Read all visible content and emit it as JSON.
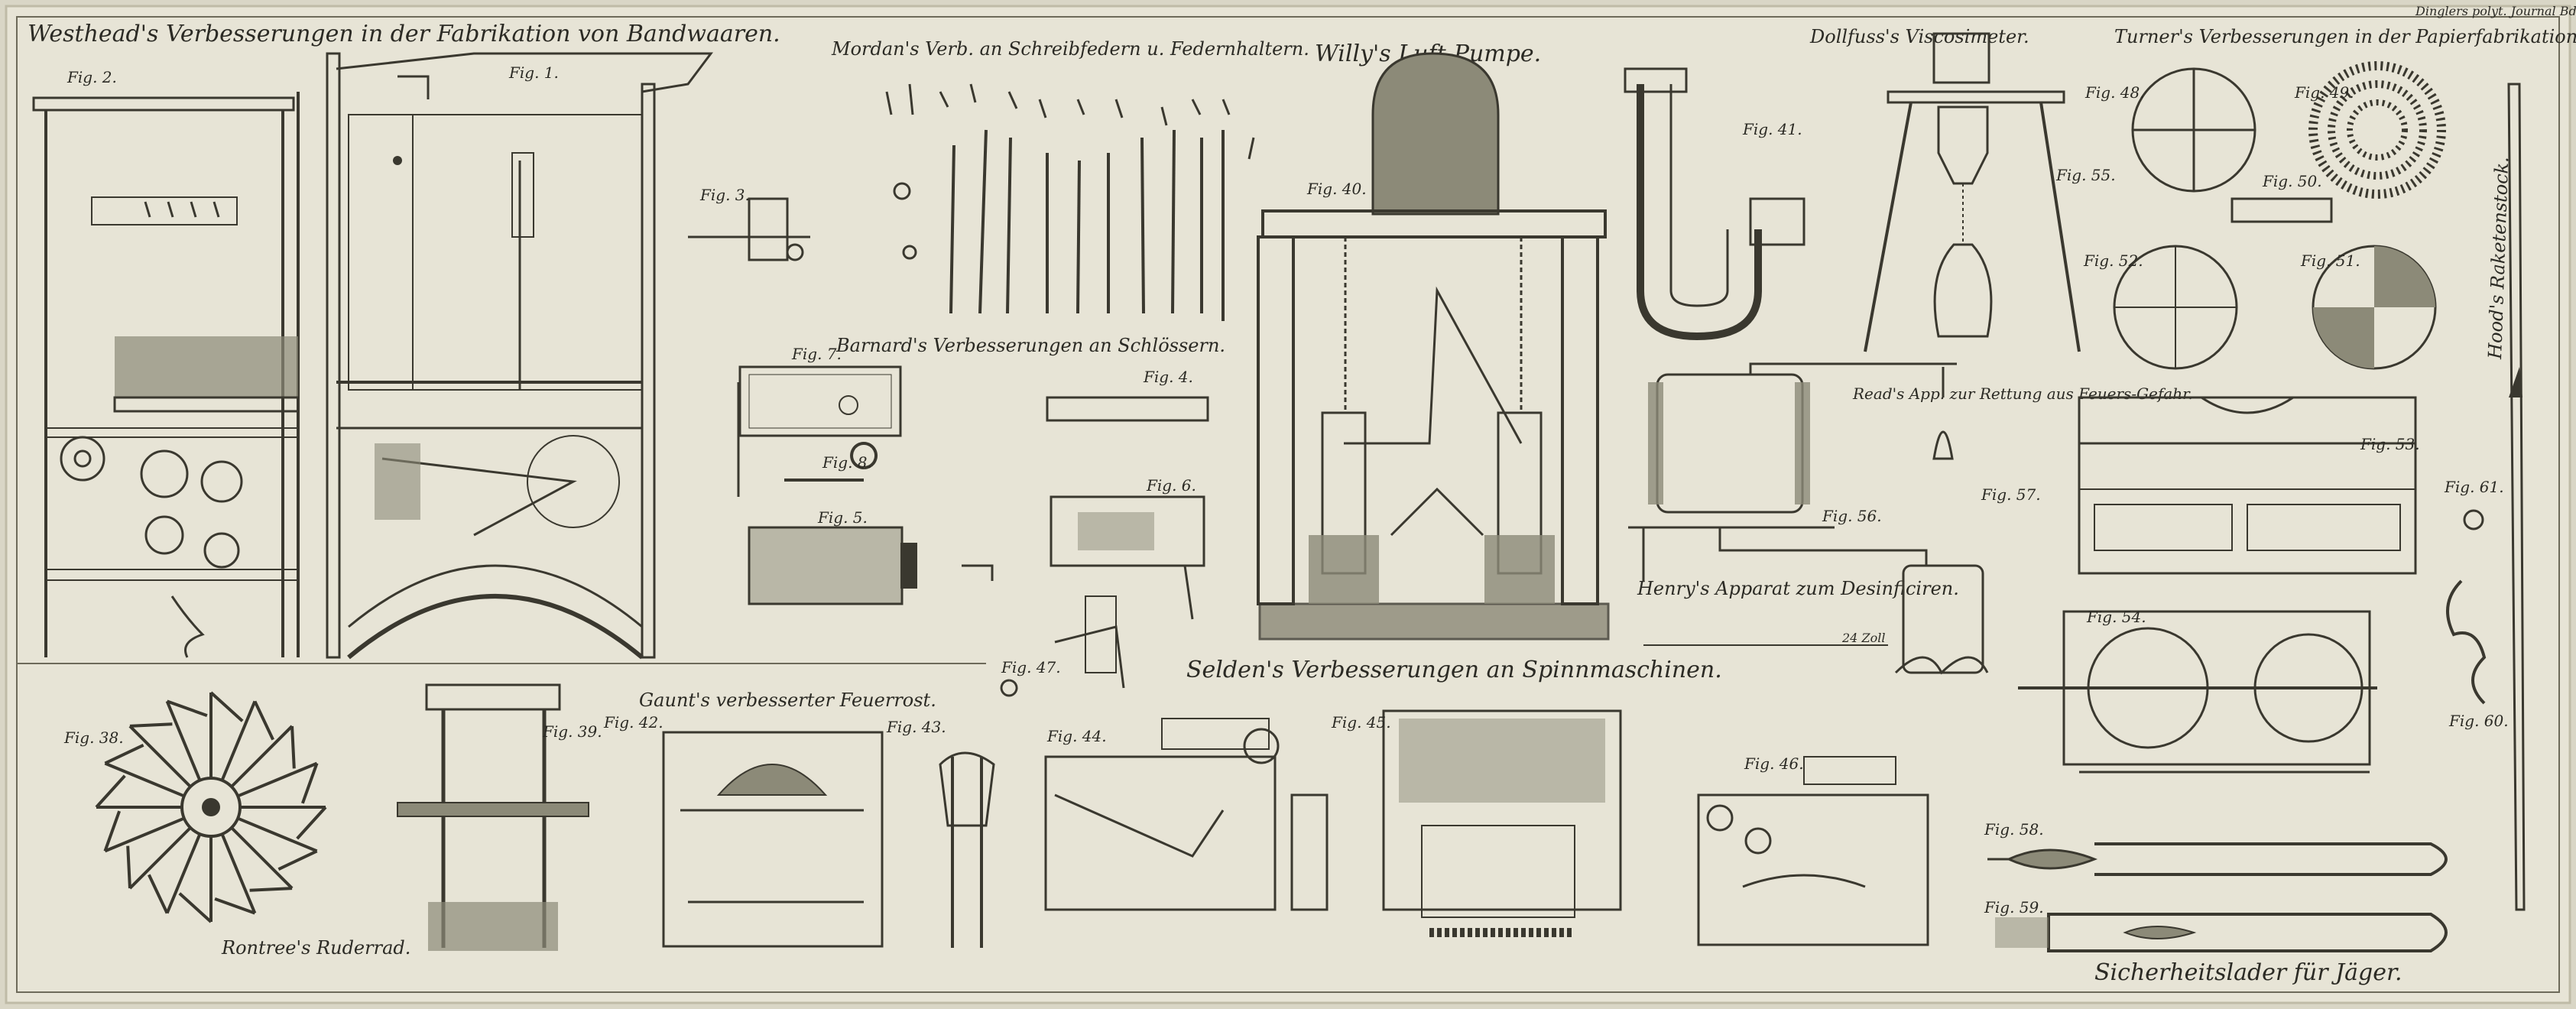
{
  "plate": {
    "header_note": "Dinglers polyt. Journal Bd. XLII. Tab. VII.",
    "colors": {
      "paper": "#e7e4d6",
      "ink": "#3a382f",
      "background": "#d9d6c6"
    }
  },
  "titles": [
    {
      "id": "westhead",
      "text": "Westhead's Verbesserungen in der Fabrikation von Bandwaaren."
    },
    {
      "id": "mordan",
      "text": "Mordan's Verb. an Schreibfedern u. Federnhaltern."
    },
    {
      "id": "willy",
      "text": "Willy's Luft-Pumpe."
    },
    {
      "id": "dollfuss",
      "text": "Dollfuss's Viscosimeter."
    },
    {
      "id": "turner",
      "text": "Turner's Verbesserungen in der Papierfabrikation."
    },
    {
      "id": "barnard",
      "text": "Barnard's Verbesserungen an Schlössern."
    },
    {
      "id": "read",
      "text": "Read's App. zur Rettung aus Feuers-Gefahr."
    },
    {
      "id": "henry",
      "text": "Henry's Apparat zum Desinficiren."
    },
    {
      "id": "selden",
      "text": "Selden's Verbesserungen an Spinnmaschinen."
    },
    {
      "id": "gaunt",
      "text": "Gaunt's verbesserter Feuerrost."
    },
    {
      "id": "rontree",
      "text": "Rontree's Ruderrad."
    },
    {
      "id": "hood",
      "text": "Hood's Raketenstock."
    },
    {
      "id": "sicherheit",
      "text": "Sicherheitslader für Jäger."
    }
  ],
  "figure_labels": {
    "fig1": "Fig. 1.",
    "fig2": "Fig. 2.",
    "fig3": "Fig. 3.",
    "fig4": "Fig. 4.",
    "fig5": "Fig. 5.",
    "fig6": "Fig. 6.",
    "fig7": "Fig. 7.",
    "fig8": "Fig. 8.",
    "fig38": "Fig. 38.",
    "fig39": "Fig. 39.",
    "fig40": "Fig. 40.",
    "fig41": "Fig. 41.",
    "fig42": "Fig. 42.",
    "fig43": "Fig. 43.",
    "fig44": "Fig. 44.",
    "fig45": "Fig. 45.",
    "fig46": "Fig. 46.",
    "fig47": "Fig. 47.",
    "fig48": "Fig. 48.",
    "fig49": "Fig. 49.",
    "fig50": "Fig. 50.",
    "fig51": "Fig. 51.",
    "fig52": "Fig. 52.",
    "fig53": "Fig. 53.",
    "fig54": "Fig. 54.",
    "fig55": "Fig. 55.",
    "fig56": "Fig. 56.",
    "fig57": "Fig. 57.",
    "fig58": "Fig. 58.",
    "fig59": "Fig. 59.",
    "fig60": "Fig. 60.",
    "fig61": "Fig. 61."
  },
  "scale_label": "24 Zoll"
}
